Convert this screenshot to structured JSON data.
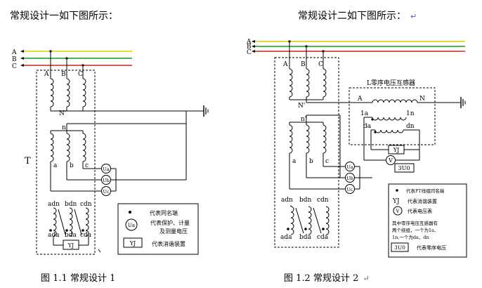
{
  "header": {
    "design1_title": "常规设计一如下图所示：",
    "design2_title": "常规设计二如下图所示：",
    "pilcrow": "↵"
  },
  "figure1": {
    "caption": "图 1.1   常规设计 1",
    "phases": [
      "A",
      "B",
      "C"
    ],
    "primary_labels": [
      "A",
      "B",
      "C"
    ],
    "neutral_label": "N'",
    "secondary_neutral": "n'",
    "secondary_labels": [
      "a",
      "b",
      "c"
    ],
    "transformer_label": "T",
    "meter_labels": [
      "Ua",
      "Ub",
      "Uc"
    ],
    "open_delta_top": [
      "adn",
      "bdn",
      "cdn"
    ],
    "open_delta_bottom": [
      "ada",
      "bda",
      "cda"
    ],
    "relay_label": "YJ",
    "legend": {
      "dot_text": "代表同名端",
      "meter_symbol": "Ua",
      "meter_text_1": "代表保护、计量",
      "meter_text_2": "及测量电压",
      "relay_symbol": "YJ",
      "relay_text": "代表消谐装置"
    }
  },
  "figure2": {
    "caption": "图  1.2   常规设计 2",
    "phases": [
      "A",
      "B",
      "C"
    ],
    "primary_labels": [
      "A",
      "B",
      "C"
    ],
    "neutral_label": "N'",
    "secondary_neutral": "n'",
    "secondary_labels": [
      "a",
      "b",
      "c"
    ],
    "zero_seq_title": "L零序电压互感器",
    "zero_seq_primary": [
      "A",
      "N"
    ],
    "zero_seq_1": [
      "1a",
      "1n"
    ],
    "zero_seq_d": [
      "da",
      "dn"
    ],
    "relay_label": "YJ",
    "voltmeter_label": "V",
    "zero_seq_meter": "3U0",
    "meter_labels": [
      "Ua",
      "Ub",
      "Uc"
    ],
    "open_delta_top": [
      "adn",
      "bdn",
      "cdn"
    ],
    "open_delta_bottom": [
      "ada",
      "bda",
      "cda"
    ],
    "legend": {
      "dot_text": "代表PT线组同名端",
      "relay_symbol": "YJ",
      "relay_text": "代表消谐装置",
      "volt_symbol": "V",
      "volt_text": "代表电压表",
      "note_1": "其中零序电压互感器有",
      "note_2": "两个绕组，一个为1a、",
      "note_3": "1n,一个为da、dn",
      "u0_symbol": "3U0",
      "u0_text": "代表零序电压"
    }
  },
  "colors": {
    "phase_a": "#e8c800",
    "phase_b": "#1a9a1a",
    "phase_c": "#d42020"
  }
}
